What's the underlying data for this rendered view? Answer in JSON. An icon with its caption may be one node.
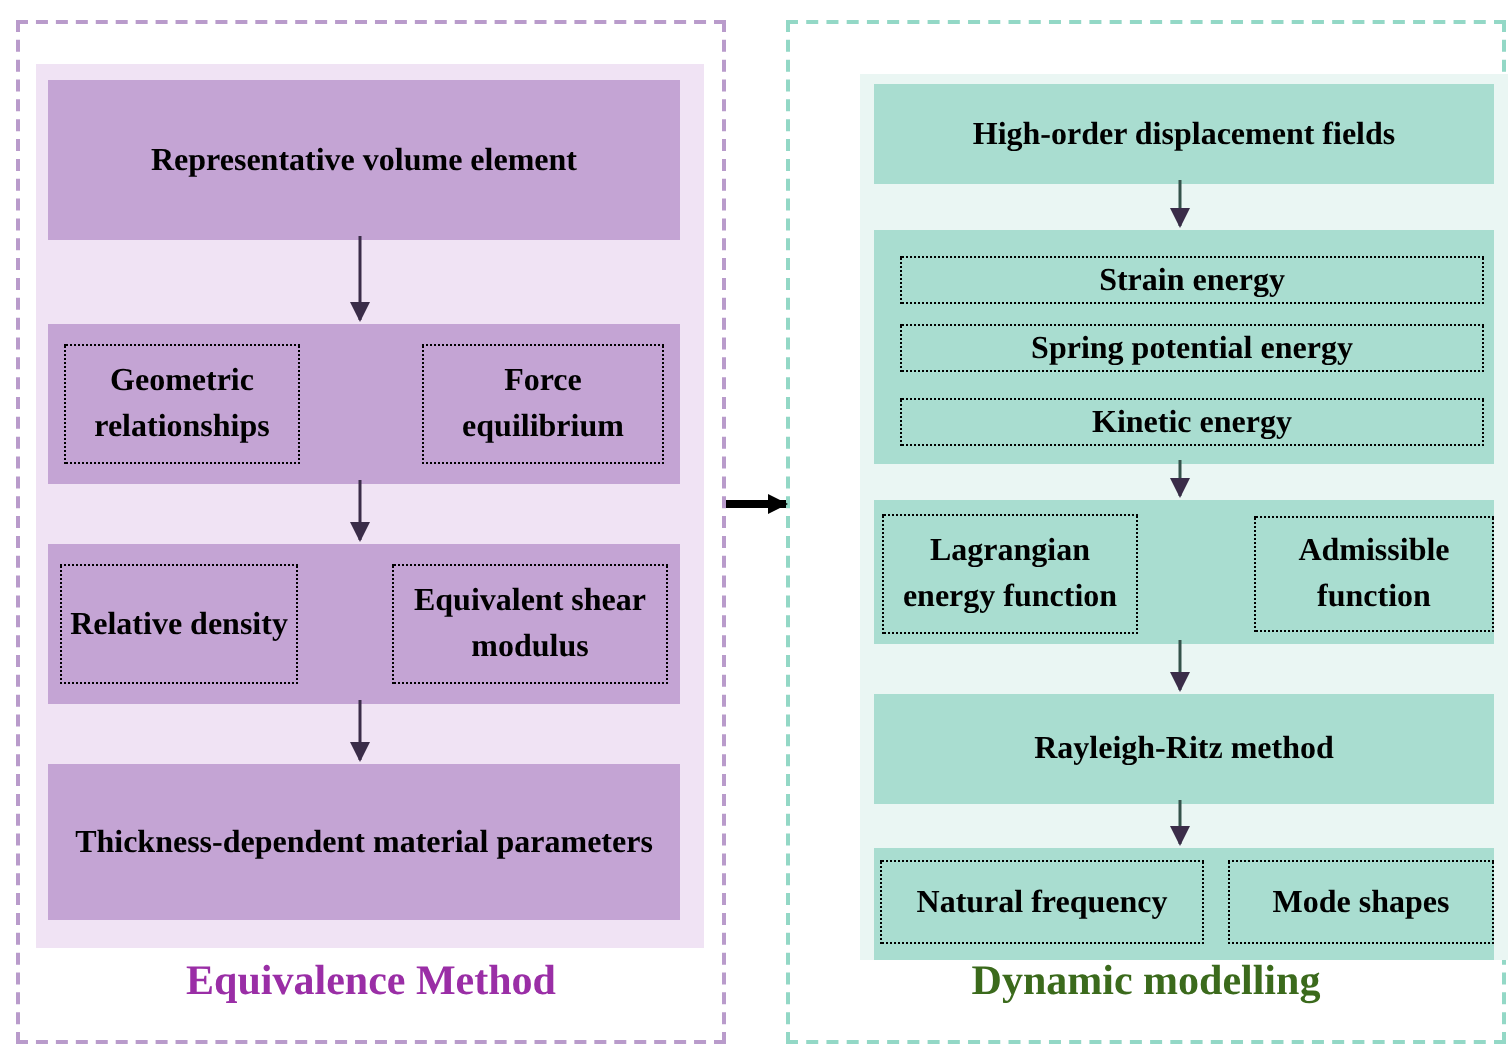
{
  "diagram": {
    "nodes": [
      {
        "text": [
          "Equivalence Method"
        ]
      },
      {
        "text": [],
        "shape": "box",
        "in": 0
      },
      {
        "text": [
          "Representative volume element"
        ],
        "in": 1
      },
      {
        "text": [],
        "shape": "box",
        "in": 1
      },
      {
        "text": [
          "Geometric relationships"
        ],
        "in": 3
      },
      {
        "text": [
          "Force equilibrium"
        ],
        "in": 3
      },
      {
        "text": [],
        "shape": "box",
        "in": 1
      },
      {
        "text": [
          "Relative density"
        ],
        "in": 6
      },
      {
        "text": [
          "Equivalent shear modulus"
        ],
        "in": 6
      },
      {
        "text": [
          "Thickness-dependent material parameters"
        ],
        "in": 1
      },
      {
        "text": [
          "Dynamic modelling"
        ]
      },
      {
        "text": [],
        "shape": "box",
        "in": 10
      },
      {
        "text": [
          "High-order displacement fields"
        ],
        "in": 11
      },
      {
        "text": [],
        "shape": "box",
        "in": 11
      },
      {
        "text": [
          "Strain energy"
        ],
        "in": 13
      },
      {
        "text": [
          "Spring potential energy"
        ],
        "in": 13
      },
      {
        "text": [
          "Kinetic energy"
        ],
        "in": 13
      },
      {
        "text": [],
        "shape": "box",
        "in": 11
      },
      {
        "text": [
          "Lagrangian energy function"
        ],
        "in": 17
      },
      {
        "text": [
          "Admissible function"
        ],
        "in": 17
      },
      {
        "text": [
          "Rayleigh-Ritz method"
        ],
        "in": 11
      },
      {
        "text": [],
        "shape": "box",
        "in": 11
      },
      {
        "text": [
          "Natural frequency"
        ],
        "in": 21
      },
      {
        "text": [
          "Mode shapes"
        ],
        "in": 21
      }
    ],
    "edges": [
      {
        "from": 2,
        "to": 3,
        "arrow": "to"
      },
      {
        "from": 3,
        "to": 6,
        "arrow": "to"
      },
      {
        "from": 6,
        "to": 9,
        "arrow": "to"
      },
      {
        "from": 0,
        "to": 10,
        "arrow": "to",
        "style": "thick",
        "color": "#000000"
      },
      {
        "from": 12,
        "to": 13,
        "arrow": "to"
      },
      {
        "from": 13,
        "to": 17,
        "arrow": "to"
      },
      {
        "from": 17,
        "to": 20,
        "arrow": "to"
      },
      {
        "from": 20,
        "to": 21,
        "arrow": "to"
      }
    ]
  }
}
